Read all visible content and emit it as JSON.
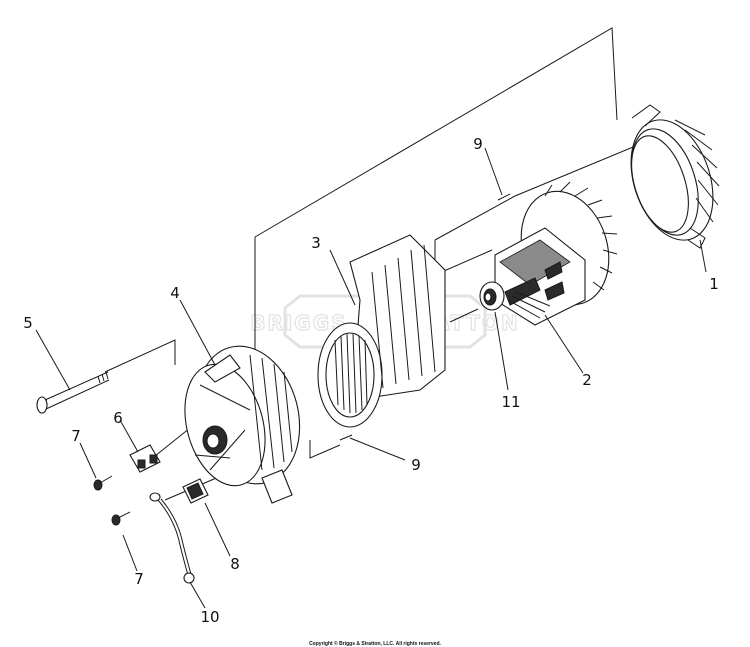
{
  "diagram": {
    "callouts": [
      {
        "id": "1",
        "label": "1"
      },
      {
        "id": "2",
        "label": "2"
      },
      {
        "id": "3",
        "label": "3"
      },
      {
        "id": "4",
        "label": "4"
      },
      {
        "id": "5",
        "label": "5"
      },
      {
        "id": "6",
        "label": "6"
      },
      {
        "id": "7a",
        "label": "7"
      },
      {
        "id": "7b",
        "label": "7"
      },
      {
        "id": "8",
        "label": "8"
      },
      {
        "id": "9a",
        "label": "9"
      },
      {
        "id": "9b",
        "label": "9"
      },
      {
        "id": "10",
        "label": "10"
      },
      {
        "id": "11",
        "label": "11"
      }
    ],
    "watermark": "BRIGGS & STRATTON",
    "copyright": "Copyright © Briggs & Stratton, LLC. All rights reserved."
  },
  "colors": {
    "line": "#1a1a1a",
    "background": "#ffffff",
    "watermark": "#e2e2e2"
  }
}
